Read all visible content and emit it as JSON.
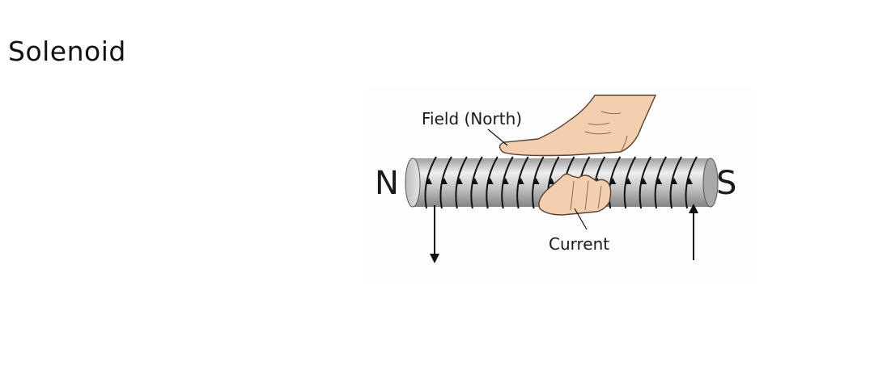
{
  "slide": {
    "title": "Solenoid"
  },
  "diagram": {
    "north_pole_label": "N",
    "south_pole_label": "S",
    "field_label": "Field (North)",
    "current_label": "Current",
    "colors": {
      "rod_light": "#ececec",
      "rod_mid": "#b9b9b9",
      "rod_dark": "#8a8a8a",
      "coil": "#111111",
      "skin": "#f3cfb0",
      "skin_outline": "#5a4030"
    },
    "icons": {
      "hand": "right-hand-grip",
      "arrow_field": "field-arrow-icon",
      "arrow_current": "current-arrow-icon"
    }
  }
}
